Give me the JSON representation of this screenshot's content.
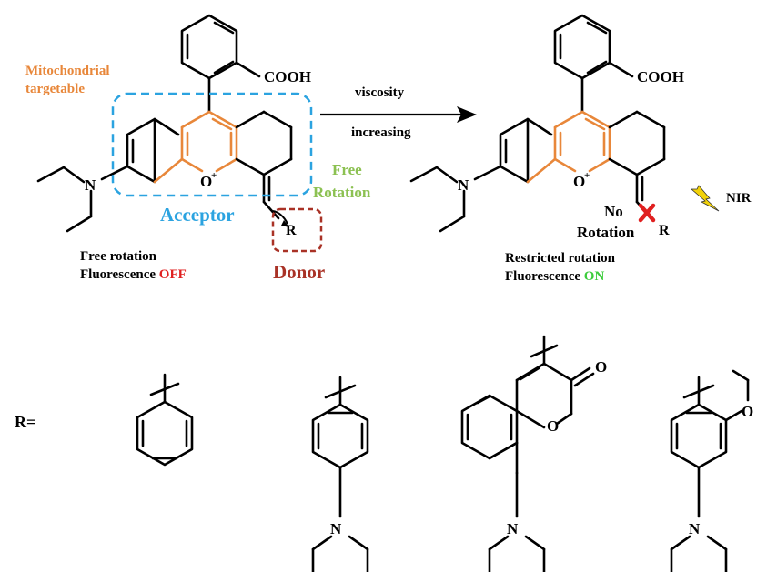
{
  "labels": {
    "mito_line1": "Mitochondrial",
    "mito_line2": "targetable",
    "cooh_left": "COOH",
    "cooh_right": "COOH",
    "viscosity": "viscosity",
    "increasing": "increasing",
    "free_line1": "Free",
    "free_line2": "Rotation",
    "acceptor": "Acceptor",
    "donor": "Donor",
    "o_plus_left": "O",
    "o_plus_right": "O",
    "n_left": "N",
    "n_right": "N",
    "r_left": "R",
    "r_right": "R",
    "no_line1": "No",
    "no_line2": "Rotation",
    "nir": "NIR",
    "free_rotation": "Free rotation",
    "fluor_prefix_left": "Fluorescence ",
    "off": "OFF",
    "restricted_rotation": "Restricted rotation",
    "fluor_prefix_right": "Fluorescence ",
    "on": "ON",
    "r_equals": "R=",
    "n_sub2": "N",
    "n_sub3": "N",
    "n_sub4": "N",
    "o_coumarin_ring": "O",
    "o_coumarin_carbonyl": "O",
    "o_methoxy": "O"
  },
  "colors": {
    "orange": "#e8873a",
    "acceptor_blue": "#2ba3e0",
    "free_green": "#8cc152",
    "donor_red": "#a93226",
    "off_red": "#e02020",
    "on_green": "#3ccc3c",
    "nir_yellow": "#f2d20a"
  }
}
